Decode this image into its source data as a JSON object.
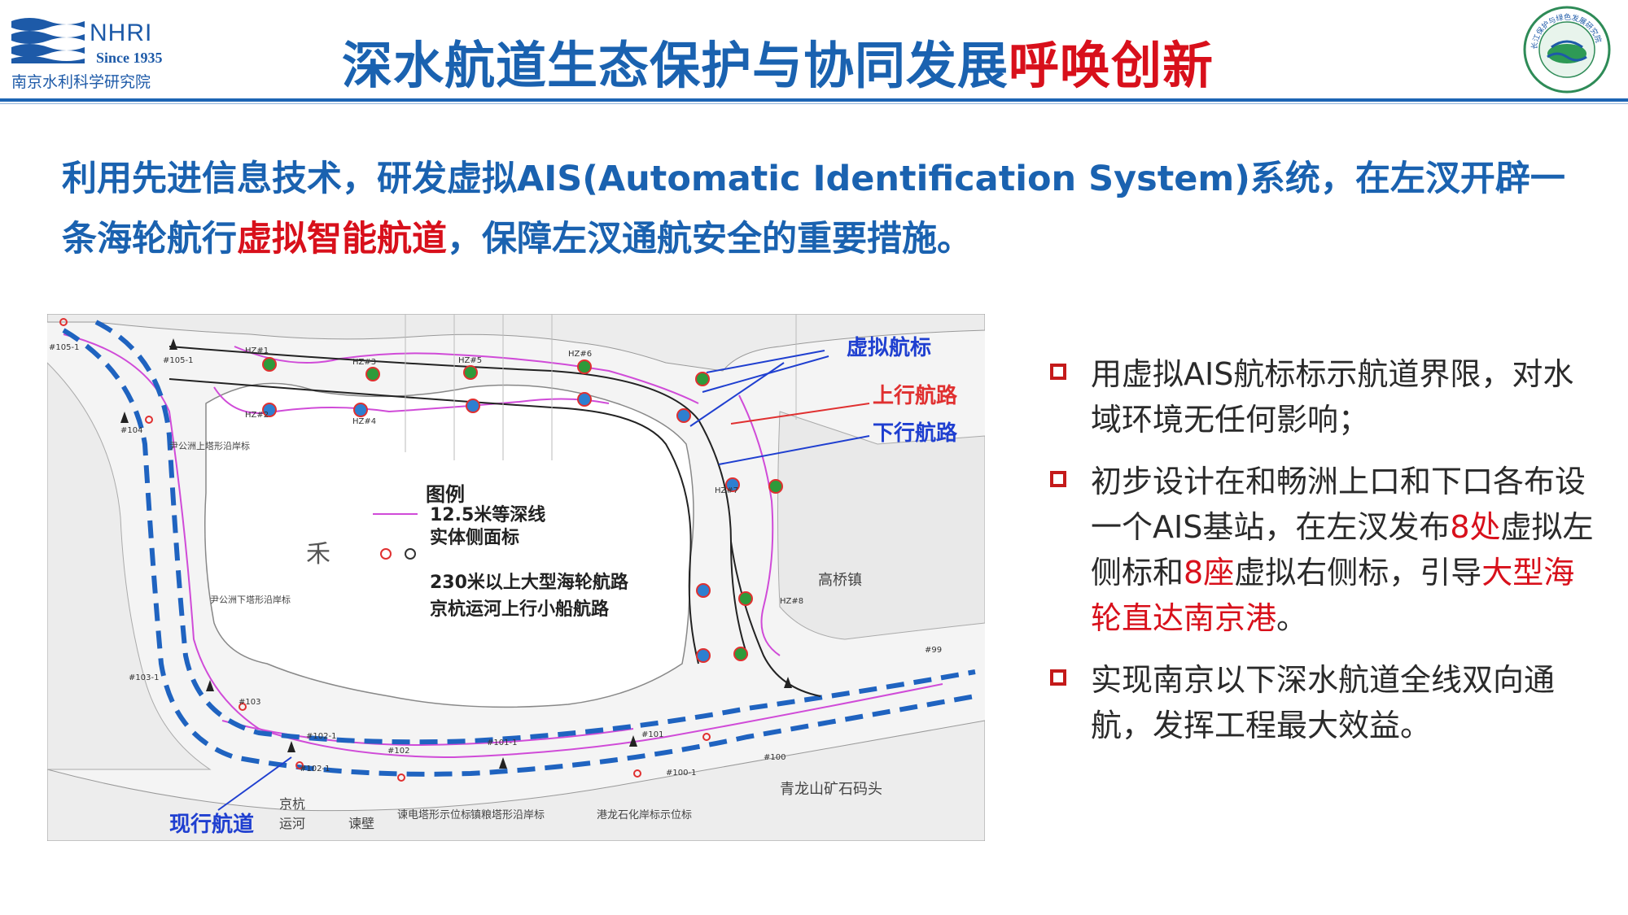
{
  "header": {
    "org_abbr": "NHRI",
    "org_since": "Since 1935",
    "org_name_cn": "南京水利科学研究院",
    "title_main": "深水航道生态保护与协同发展",
    "title_accent": "呼唤创新",
    "right_logo_text": "长江保护与绿色发展研究院"
  },
  "intro": {
    "part1": "利用先进信息技术，研发虚拟AIS(Automatic Identification System)系统，在左汊开辟一条海轮航行",
    "highlight": "虚拟智能航道",
    "part2": "，保障左汊通航安全的重要措施。"
  },
  "map": {
    "callouts": {
      "virtual_marker": "虚拟航标",
      "upstream_route": "上行航路",
      "downstream_route": "下行航路",
      "current_channel": "现行航道"
    },
    "legend": {
      "title": "图例",
      "contour": "12.5米等深线",
      "physical_marker": "实体侧面标",
      "large_ship_route": "230米以上大型海轮航路",
      "small_boat_route": "京杭运河上行小船航路"
    },
    "place_labels": {
      "gaoqiao": "高桥镇",
      "qinglongshan": "青龙山矿石码头",
      "jinghang": "京杭",
      "yunhe": "运河",
      "jianbi": "谏壁",
      "jianbi_tower": "谏电塔形示位标",
      "zhenliang_tower": "镇粮塔形沿岸标",
      "ganglong": "港龙石化岸标示位标",
      "yingong_upper": "尹公洲上塔形沿岸标",
      "yingong_lower": "尹公洲下塔形沿岸标",
      "he": "禾"
    },
    "marker_codes": [
      "#105-1",
      "#105-1",
      "#103-1",
      "#103",
      "#102-1",
      "#102",
      "#101",
      "#100-1",
      "#100",
      "#99",
      "#101-1",
      "#102-1",
      "#104",
      "HZ#1",
      "HZ#2",
      "HZ#3",
      "HZ#4",
      "HZ#5",
      "HZ#6",
      "HZ#7",
      "HZ#8"
    ]
  },
  "bullets": [
    {
      "segments": [
        {
          "text": "用虚拟AIS航标标示航道界限，对水域环境无任何影响；",
          "accent": false
        }
      ]
    },
    {
      "segments": [
        {
          "text": "初步设计在和畅洲上口和下口各布设一个AIS基站，在左汊发布",
          "accent": false
        },
        {
          "text": "8处",
          "accent": true
        },
        {
          "text": "虚拟左侧标和",
          "accent": false
        },
        {
          "text": "8座",
          "accent": true
        },
        {
          "text": "虚拟右侧标，引导",
          "accent": false
        },
        {
          "text": "大型海轮直达南京港",
          "accent": true
        },
        {
          "text": "。",
          "accent": false
        }
      ]
    },
    {
      "segments": [
        {
          "text": "实现南京以下深水航道全线双向通航，发挥工程最大效益。",
          "accent": false
        }
      ]
    }
  ],
  "colors": {
    "title_blue": "#1a62b0",
    "accent_red": "#d8101b",
    "contour_magenta": "#d04bd8",
    "channel_blue": "#1f63c0",
    "marker_green": "#2e9a3a",
    "marker_blue": "#2e7fd0",
    "marker_red": "#e03030",
    "bullet_box": "#c41a1a"
  }
}
